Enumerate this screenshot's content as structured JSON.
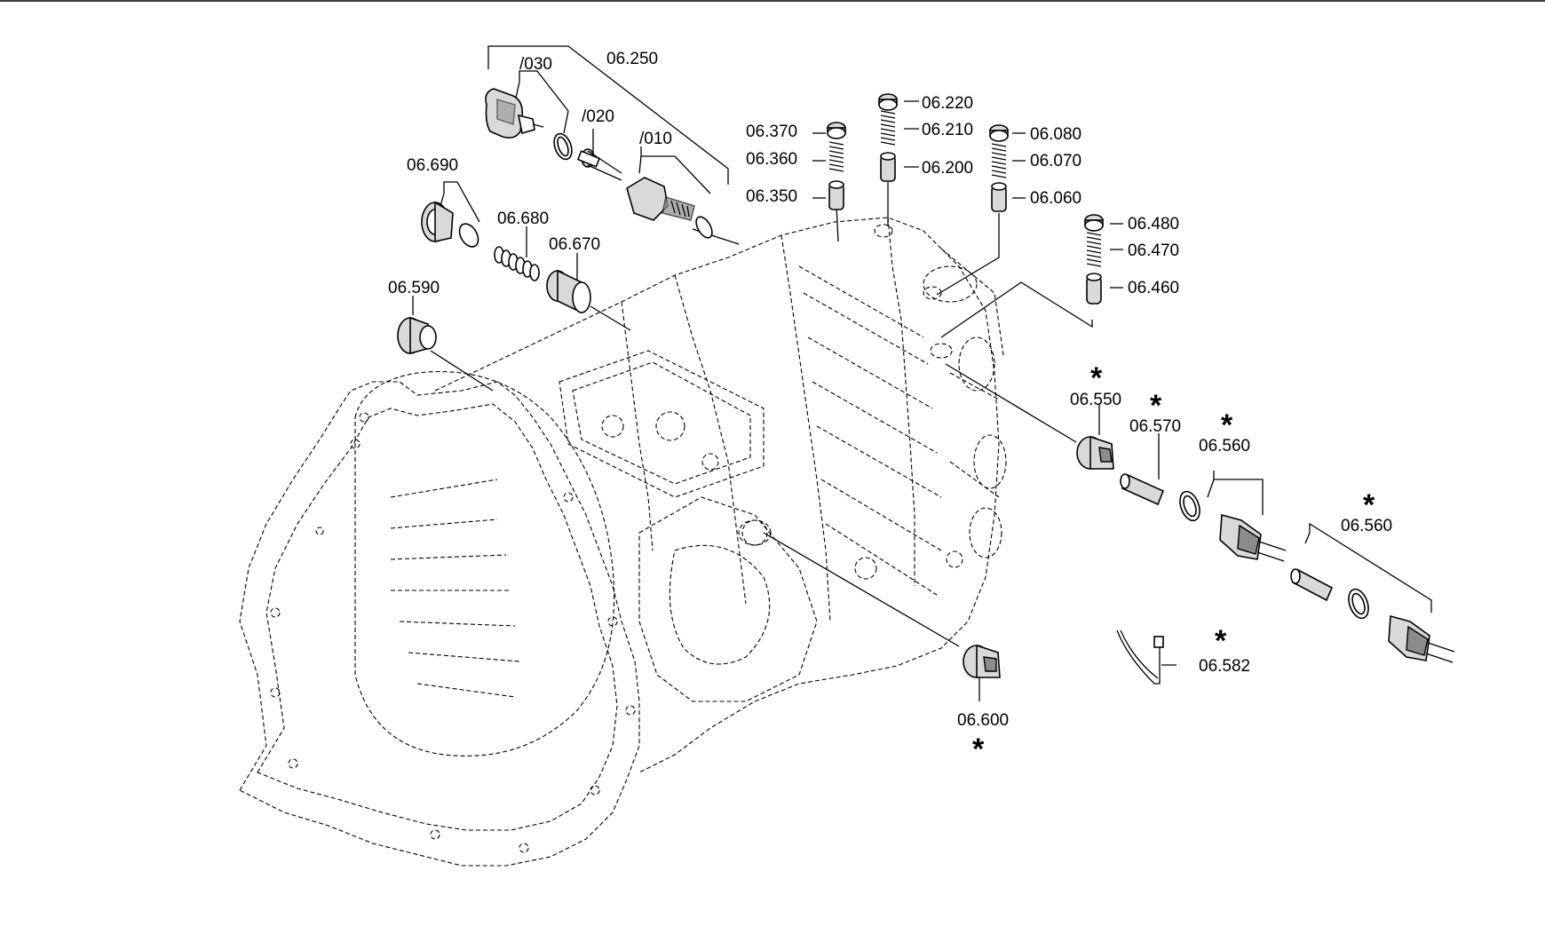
{
  "labels": {
    "a06_250": "06.250",
    "a030": "/030",
    "a020": "/020",
    "a010": "/010",
    "a06_690": "06.690",
    "a06_680": "06.680",
    "a06_670": "06.670",
    "a06_590": "06.590",
    "a06_370": "06.370",
    "a06_360": "06.360",
    "a06_350": "06.350",
    "a06_220": "06.220",
    "a06_210": "06.210",
    "a06_200": "06.200",
    "a06_080": "06.080",
    "a06_070": "06.070",
    "a06_060": "06.060",
    "a06_480": "06.480",
    "a06_470": "06.470",
    "a06_460": "06.460",
    "a06_550": "06.550",
    "a06_570": "06.570",
    "a06_560_1": "06.560",
    "a06_560_2": "06.560",
    "a06_582": "06.582",
    "a06_600": "06.600"
  },
  "star_symbol": "*",
  "colors": {
    "line": "#000000",
    "part_fill": "#d9d9d9",
    "part_dark": "#8c8c8c",
    "background": "#ffffff"
  }
}
